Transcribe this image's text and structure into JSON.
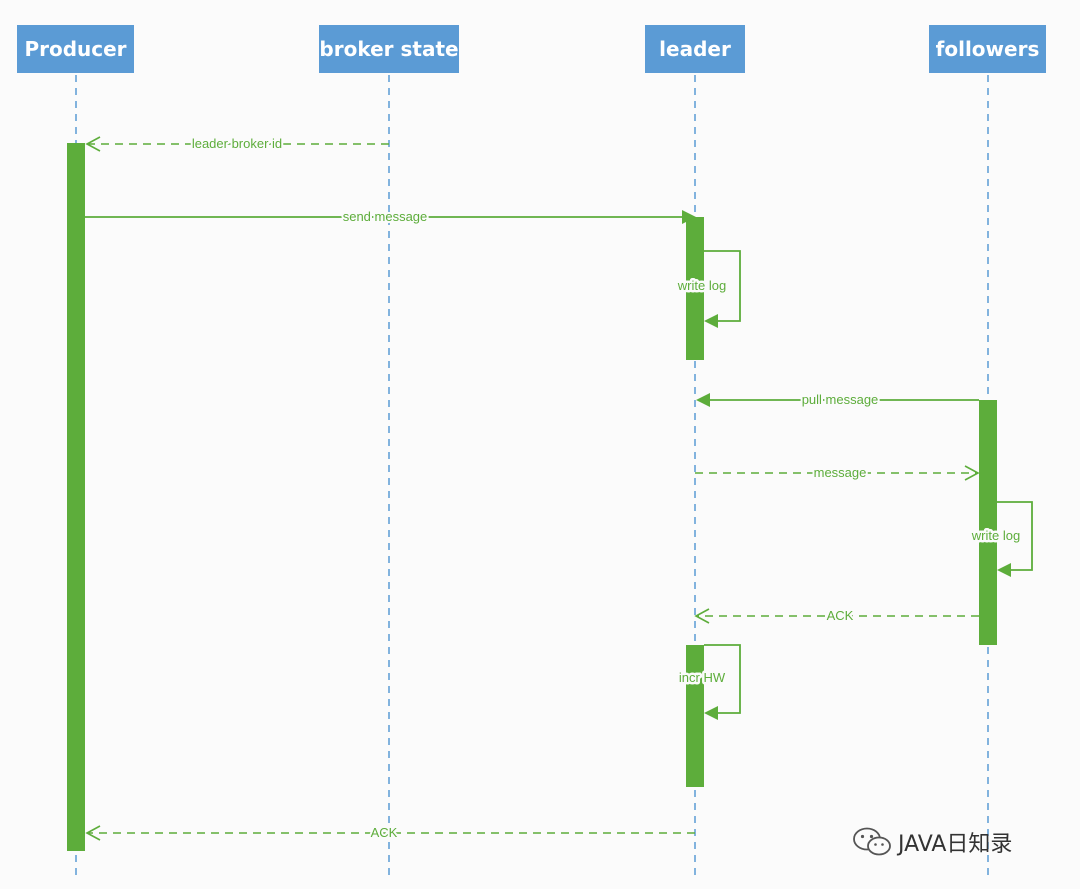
{
  "participants": [
    {
      "id": "producer",
      "label": "Producer"
    },
    {
      "id": "broker_state",
      "label": "broker state"
    },
    {
      "id": "leader",
      "label": "leader"
    },
    {
      "id": "followers",
      "label": "followers"
    }
  ],
  "messages": [
    {
      "from": "broker_state",
      "to": "producer",
      "label": "leader broker id",
      "style": "dashed"
    },
    {
      "from": "producer",
      "to": "leader",
      "label": "send message",
      "style": "solid"
    },
    {
      "from": "leader",
      "to": "leader",
      "label": "write log",
      "style": "self"
    },
    {
      "from": "followers",
      "to": "leader",
      "label": "pull message",
      "style": "solid"
    },
    {
      "from": "leader",
      "to": "followers",
      "label": "message",
      "style": "dashed"
    },
    {
      "from": "followers",
      "to": "followers",
      "label": "write log",
      "style": "self"
    },
    {
      "from": "followers",
      "to": "leader",
      "label": "ACK",
      "style": "dashed"
    },
    {
      "from": "leader",
      "to": "leader",
      "label": "incr HW",
      "style": "self"
    },
    {
      "from": "leader",
      "to": "producer",
      "label": "ACK",
      "style": "dashed"
    }
  ],
  "watermark": {
    "text": "JAVA日知录"
  },
  "colors": {
    "participant": "#5b9bd5",
    "activation": "#5dad3b",
    "message": "#5dad3b"
  }
}
